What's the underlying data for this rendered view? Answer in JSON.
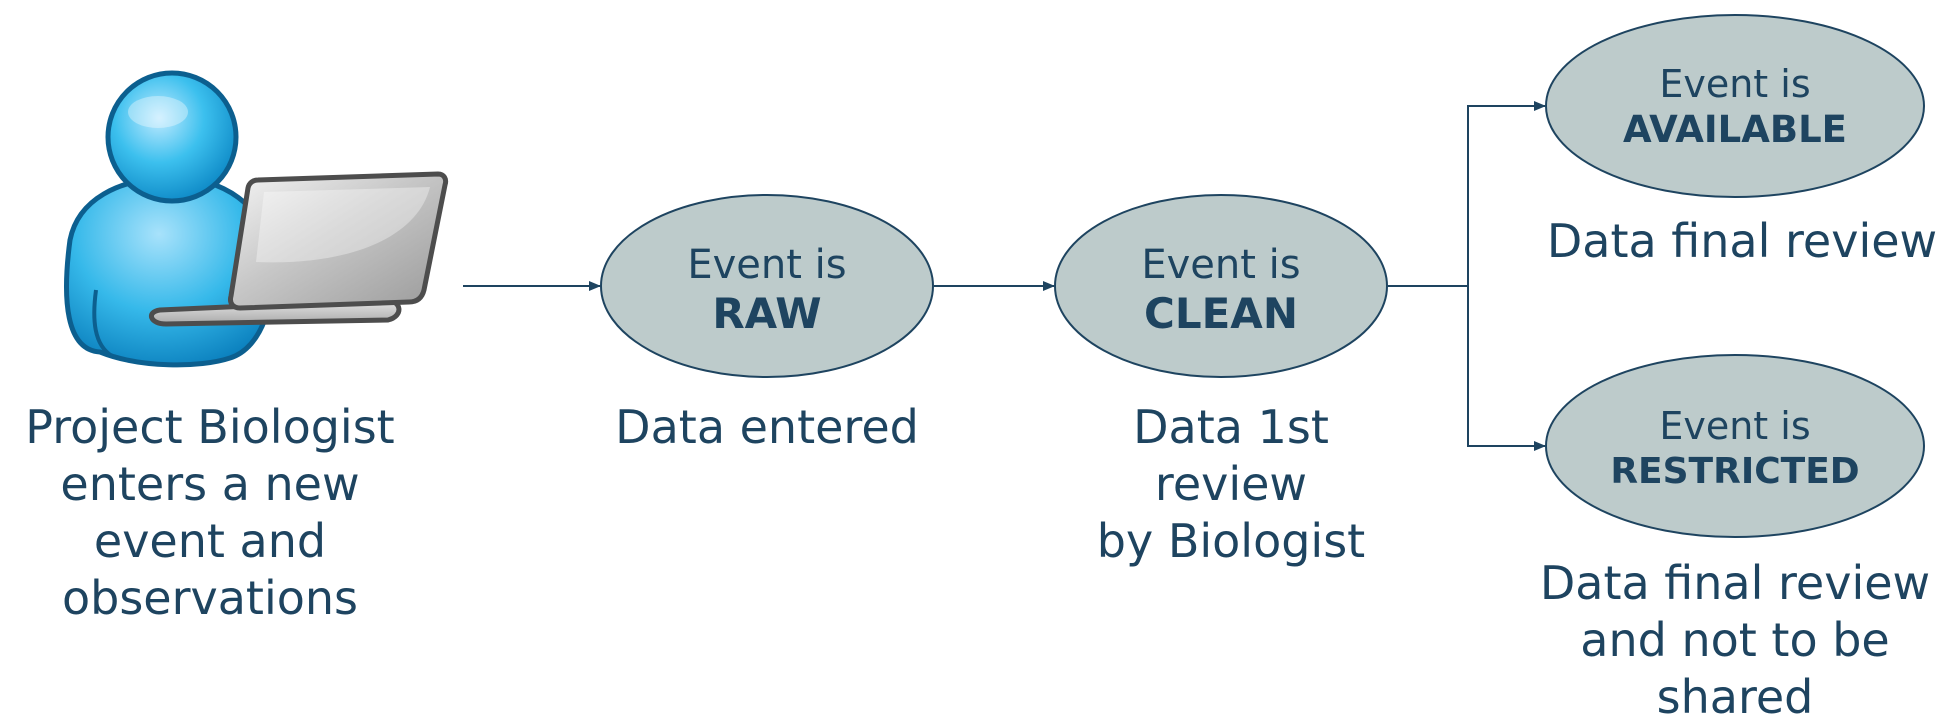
{
  "nodes": {
    "raw": {
      "line1": "Event is",
      "line2": "RAW"
    },
    "clean": {
      "line1": "Event is",
      "line2": "CLEAN"
    },
    "available": {
      "line1": "Event is",
      "line2": "AVAILABLE"
    },
    "restricted": {
      "line1": "Event is",
      "line2": "RESTRICTED"
    }
  },
  "captions": {
    "biologist": "Project Biologist\nenters a new\nevent and\nobservations",
    "raw": "Data entered",
    "clean": "Data 1st\nreview\nby Biologist",
    "available": "Data final review",
    "restricted": "Data final review\nand not to be\nshared"
  },
  "colors": {
    "node_fill": "#bdcbcb",
    "text": "#1e4460",
    "line": "#1e4460"
  }
}
